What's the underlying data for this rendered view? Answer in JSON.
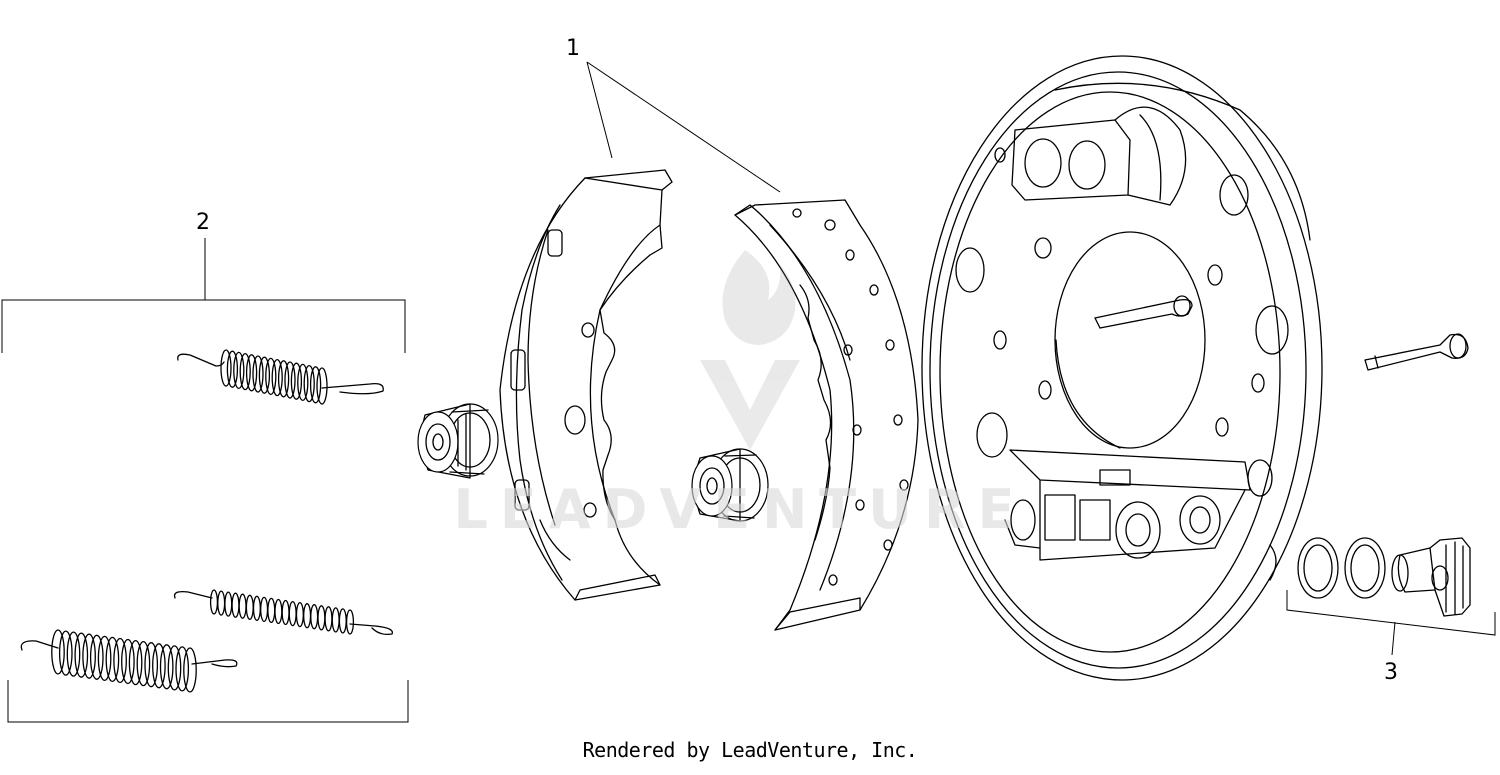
{
  "callouts": {
    "brake_shoes": "1",
    "spring_kit": "2",
    "adjuster_kit": "3"
  },
  "footer_text": "Rendered by LeadVenture, Inc.",
  "watermark_text": "LEADVENTURE",
  "colors": {
    "line": "#000000",
    "background": "#ffffff",
    "watermark": "#d9d9d9"
  }
}
